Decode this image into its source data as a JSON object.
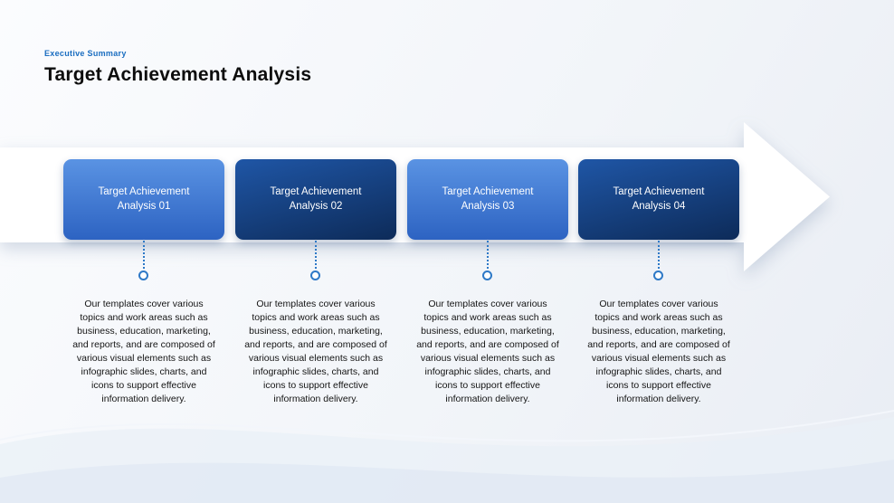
{
  "slide": {
    "eyebrow": "Executive Summary",
    "title": "Target Achievement Analysis"
  },
  "steps": [
    {
      "theme": "light",
      "label_top": "Target Achievement",
      "label_bottom": "Analysis 01",
      "description": "Our templates cover various topics and work areas such as business, education, marketing, and reports, and are composed of various visual elements such as infographic slides, charts, and icons to support effective information delivery."
    },
    {
      "theme": "dark",
      "label_top": "Target Achievement",
      "label_bottom": "Analysis 02",
      "description": "Our templates cover various topics and work areas such as business, education, marketing, and reports, and are composed of various visual elements such as infographic slides, charts, and icons to support effective information delivery."
    },
    {
      "theme": "light",
      "label_top": "Target Achievement",
      "label_bottom": "Analysis 03",
      "description": "Our templates cover various topics and work areas such as business, education, marketing, and reports, and are composed of various visual elements such as infographic slides, charts, and icons to support effective information delivery."
    },
    {
      "theme": "dark",
      "label_top": "Target Achievement",
      "label_bottom": "Analysis 04",
      "description": "Our templates cover various topics and work areas such as business, education, marketing, and reports, and are composed of various visual elements such as infographic slides, charts, and icons to support effective information delivery."
    }
  ],
  "colors": {
    "eyebrow": "#1a6dc0",
    "card_light_top": "#5a93e3",
    "card_light_bottom": "#2d63c2",
    "card_dark_top": "#1f56a6",
    "card_dark_bottom": "#0d2b59",
    "connector": "#2e79c7",
    "arrow_fill": "#ffffff"
  }
}
